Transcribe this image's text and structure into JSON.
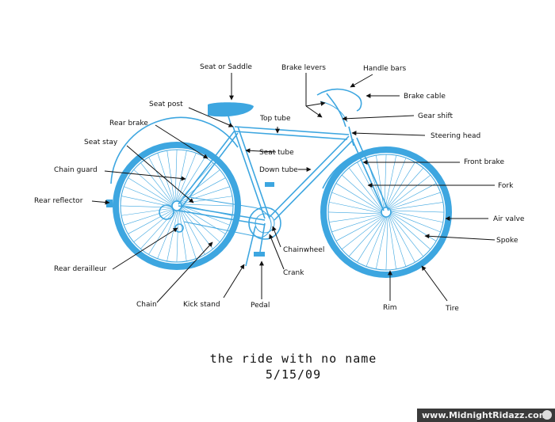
{
  "labels": {
    "seat_or_saddle": "Seat or Saddle",
    "brake_levers": "Brake levers",
    "handle_bars": "Handle bars",
    "brake_cable": "Brake cable",
    "seat_post": "Seat post",
    "gear_shift": "Gear shift",
    "top_tube": "Top tube",
    "rear_brake": "Rear brake",
    "steering_head": "Steering head",
    "seat_stay": "Seat stay",
    "seat_tube": "Seat tube",
    "front_brake": "Front brake",
    "chain_guard": "Chain guard",
    "down_tube": "Down tube",
    "fork": "Fork",
    "rear_reflector": "Rear reflector",
    "air_valve": "Air valve",
    "spoke": "Spoke",
    "chainwheel": "Chainwheel",
    "rear_derailleur": "Rear derailleur",
    "crank": "Crank",
    "chain": "Chain",
    "kick_stand": "Kick stand",
    "pedal": "Pedal",
    "rim": "Rim",
    "tire": "Tire"
  },
  "caption": {
    "title": "the ride with no name",
    "date": "5/15/09"
  },
  "watermark": {
    "text": "www.MidnightRidazz.com",
    "icon": "skull-icon"
  },
  "colors": {
    "bike": "#3da6e0",
    "text": "#111111",
    "watermark_bg": "#3a3a3a"
  }
}
